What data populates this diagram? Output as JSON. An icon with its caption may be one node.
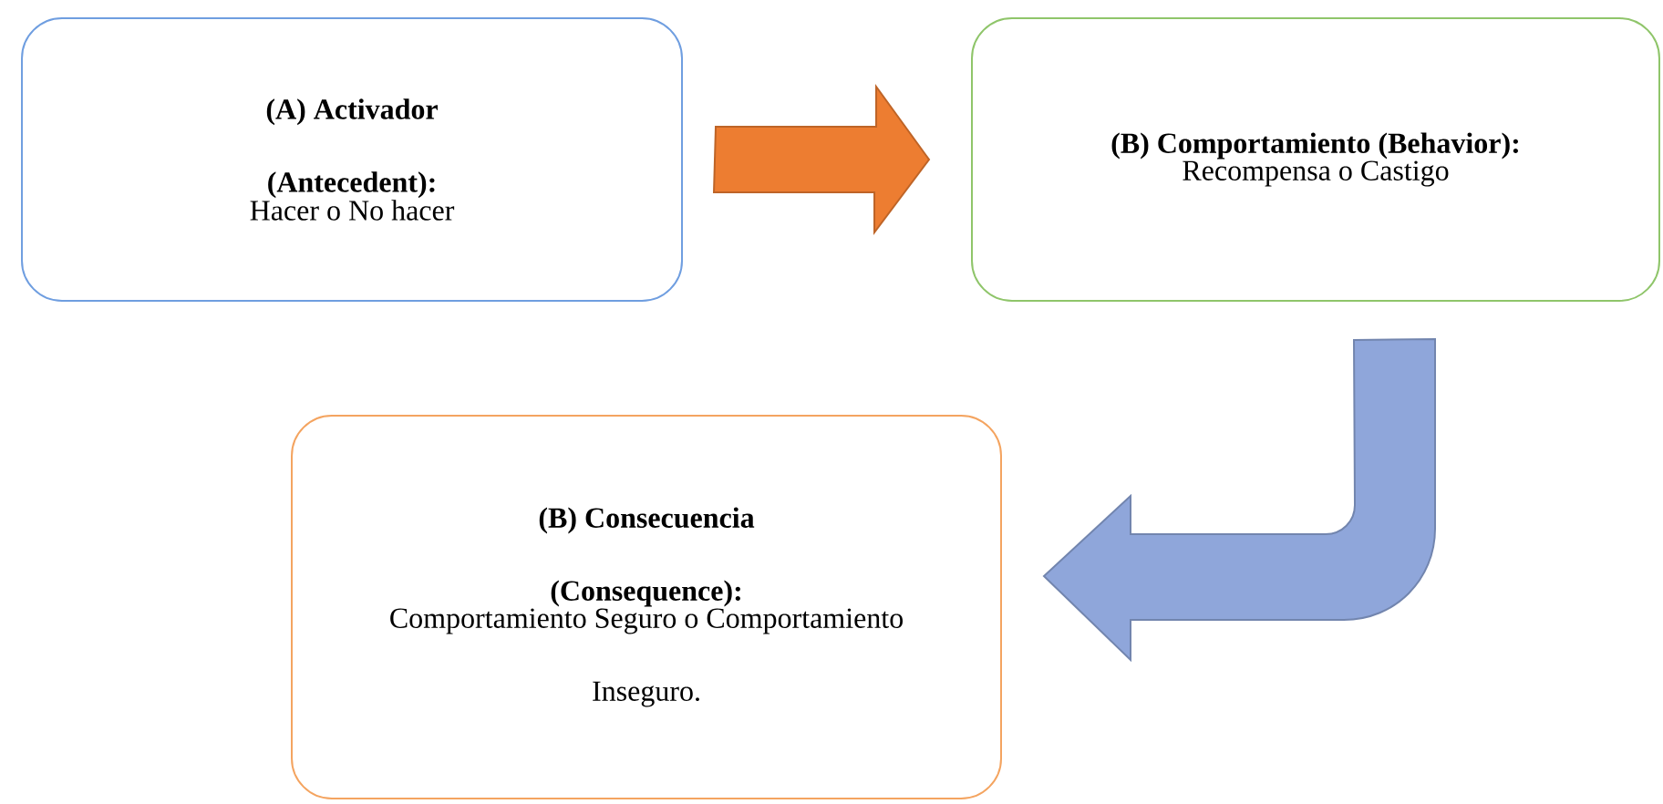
{
  "diagram": {
    "nodes": [
      {
        "text": [
          "(A) Activador (Antecedent):",
          "Hacer o No hacer"
        ]
      },
      {
        "text": [
          "(B) Comportamiento (Behavior):",
          "Recompensa o Castigo"
        ]
      },
      {
        "text": [
          "(B) Consecuencia (Consequence):",
          "Comportamiento Seguro o Comportamiento Inseguro."
        ]
      }
    ],
    "edges": [
      {
        "from": 0,
        "to": 1,
        "arrow": "to",
        "style": "thick",
        "color": "#ed7d31"
      },
      {
        "from": 1,
        "to": 2,
        "arrow": "to",
        "style": "thick",
        "color": "#8fa6da"
      }
    ]
  }
}
